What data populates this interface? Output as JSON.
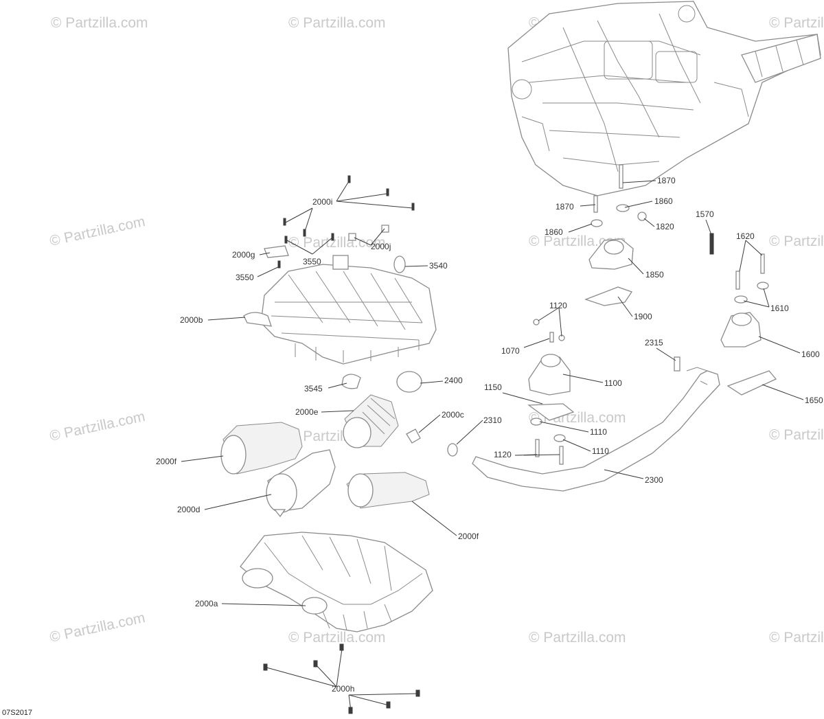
{
  "watermark_text": "© Partzilla.com",
  "diagram_code": "07S2017",
  "callouts": {
    "c2000i": "2000i",
    "c2000j": "2000j",
    "c2000g": "2000g",
    "c3550a": "3550",
    "c3550b": "3550",
    "c3540": "3540",
    "c2000b": "2000b",
    "c3545": "3545",
    "c2400": "2400",
    "c2000e": "2000e",
    "c2000c": "2000c",
    "c2310": "2310",
    "c2000f_left": "2000f",
    "c2000d": "2000d",
    "c2000f_right": "2000f",
    "c2000a": "2000a",
    "c2000h": "2000h",
    "c1870a": "1870",
    "c1870b": "1870",
    "c1860a": "1860",
    "c1860b": "1860",
    "c1820": "1820",
    "c1850": "1850",
    "c1900": "1900",
    "c1570": "1570",
    "c1620": "1620",
    "c1610": "1610",
    "c1600": "1600",
    "c1650": "1650",
    "c1120a": "1120",
    "c1070": "1070",
    "c1100": "1100",
    "c2315": "2315",
    "c1150": "1150",
    "c1110a": "1110",
    "c1110b": "1110",
    "c1120b": "1120",
    "c2300": "2300"
  }
}
